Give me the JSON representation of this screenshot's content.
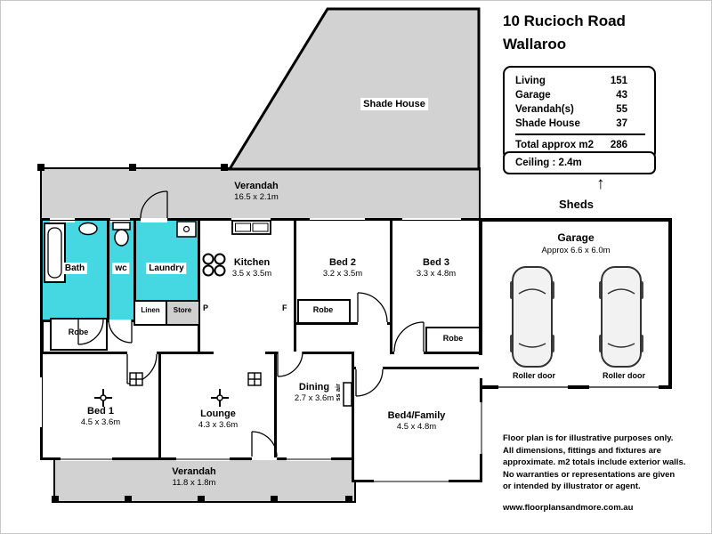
{
  "title": {
    "line1": "10 Rucioch Road",
    "line2": "Wallaroo"
  },
  "areas": {
    "rows": [
      {
        "label": "Living",
        "value": "151"
      },
      {
        "label": "Garage",
        "value": "43"
      },
      {
        "label": "Verandah(s)",
        "value": "55"
      },
      {
        "label": "Shade House",
        "value": "37"
      }
    ],
    "total_label": "Total approx m2",
    "total_value": "286"
  },
  "ceiling_label": "Ceiling : 2.4m",
  "sheds_label": "Sheds",
  "sheds_arrow": "↑",
  "plan": {
    "shade_house": {
      "name": "Shade House"
    },
    "verandah_top": {
      "name": "Verandah",
      "dims": "16.5 x 2.1m"
    },
    "verandah_bottom": {
      "name": "Verandah",
      "dims": "11.8 x 1.8m"
    },
    "bath": {
      "name": "Bath"
    },
    "wc": {
      "name": "wc"
    },
    "laundry": {
      "name": "Laundry"
    },
    "linen": {
      "name": "Linen"
    },
    "store": {
      "name": "Store"
    },
    "robe_hall": {
      "name": "Robe"
    },
    "robe_bed2": {
      "name": "Robe"
    },
    "robe_bed3": {
      "name": "Robe"
    },
    "kitchen": {
      "name": "Kitchen",
      "dims": "3.5 x 3.5m",
      "pantry": "P",
      "fridge": "F"
    },
    "bed2": {
      "name": "Bed 2",
      "dims": "3.2 x 3.5m"
    },
    "bed3": {
      "name": "Bed 3",
      "dims": "3.3 x 4.8m"
    },
    "garage": {
      "name": "Garage",
      "dims": "Approx 6.6 x 6.0m",
      "roller_left": "Roller door",
      "roller_right": "Roller door"
    },
    "bed1": {
      "name": "Bed 1",
      "dims": "4.5 x 3.6m"
    },
    "lounge": {
      "name": "Lounge",
      "dims": "4.3 x 3.6m"
    },
    "dining": {
      "name": "Dining",
      "dims": "2.7 x 3.6m"
    },
    "bed4": {
      "name": "Bed4/Family",
      "dims": "4.5 x 4.8m"
    },
    "ss_air": "ss air"
  },
  "disclaimer": {
    "lines": [
      "Floor plan is for illustrative purposes only.",
      "All dimensions, fittings and fixtures are",
      "approximate. m2 totals include exterior walls.",
      "No warranties or representations are given",
      "or intended by illustrator or agent."
    ],
    "website": "www.floorplansandmore.com.au"
  },
  "colors": {
    "wet_area": "#45d7e2",
    "verandah": "#d2d2d2",
    "wall": "#000000"
  }
}
